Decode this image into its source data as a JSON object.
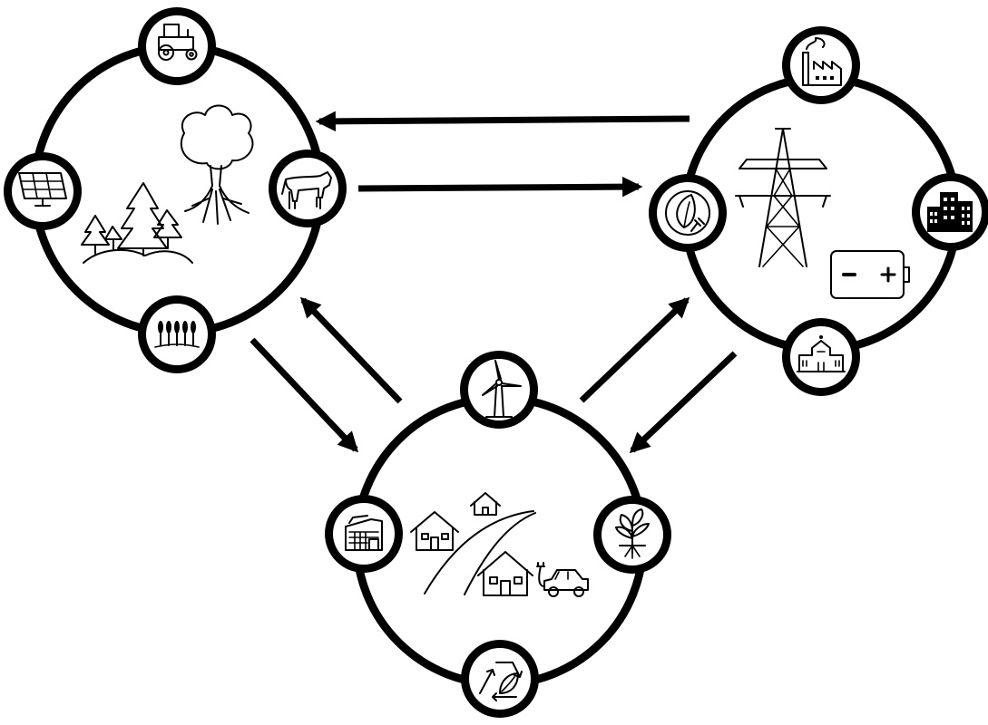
{
  "clusters": [
    {
      "id": "rural",
      "icons": [
        "tractor-icon",
        "cow-icon",
        "wheat-icon",
        "solar-panel-icon",
        "tree-icon",
        "forest-icon"
      ]
    },
    {
      "id": "energy",
      "icons": [
        "factory-icon",
        "office-buildings-icon",
        "school-icon",
        "green-energy-plug-icon",
        "power-pylon-icon",
        "battery-icon"
      ]
    },
    {
      "id": "settlement",
      "icons": [
        "wind-turbine-icon",
        "warehouse-icon",
        "sprouting-plant-icon",
        "recycle-leaf-icon",
        "houses-icon",
        "road-icon",
        "electric-car-icon"
      ]
    }
  ],
  "flows": [
    {
      "from": "energy",
      "to": "rural"
    },
    {
      "from": "rural",
      "to": "energy"
    },
    {
      "from": "rural",
      "to": "settlement"
    },
    {
      "from": "settlement",
      "to": "rural"
    },
    {
      "from": "settlement",
      "to": "energy"
    },
    {
      "from": "energy",
      "to": "settlement"
    }
  ],
  "colors": {
    "stroke": "#000000",
    "background": "#ffffff"
  }
}
